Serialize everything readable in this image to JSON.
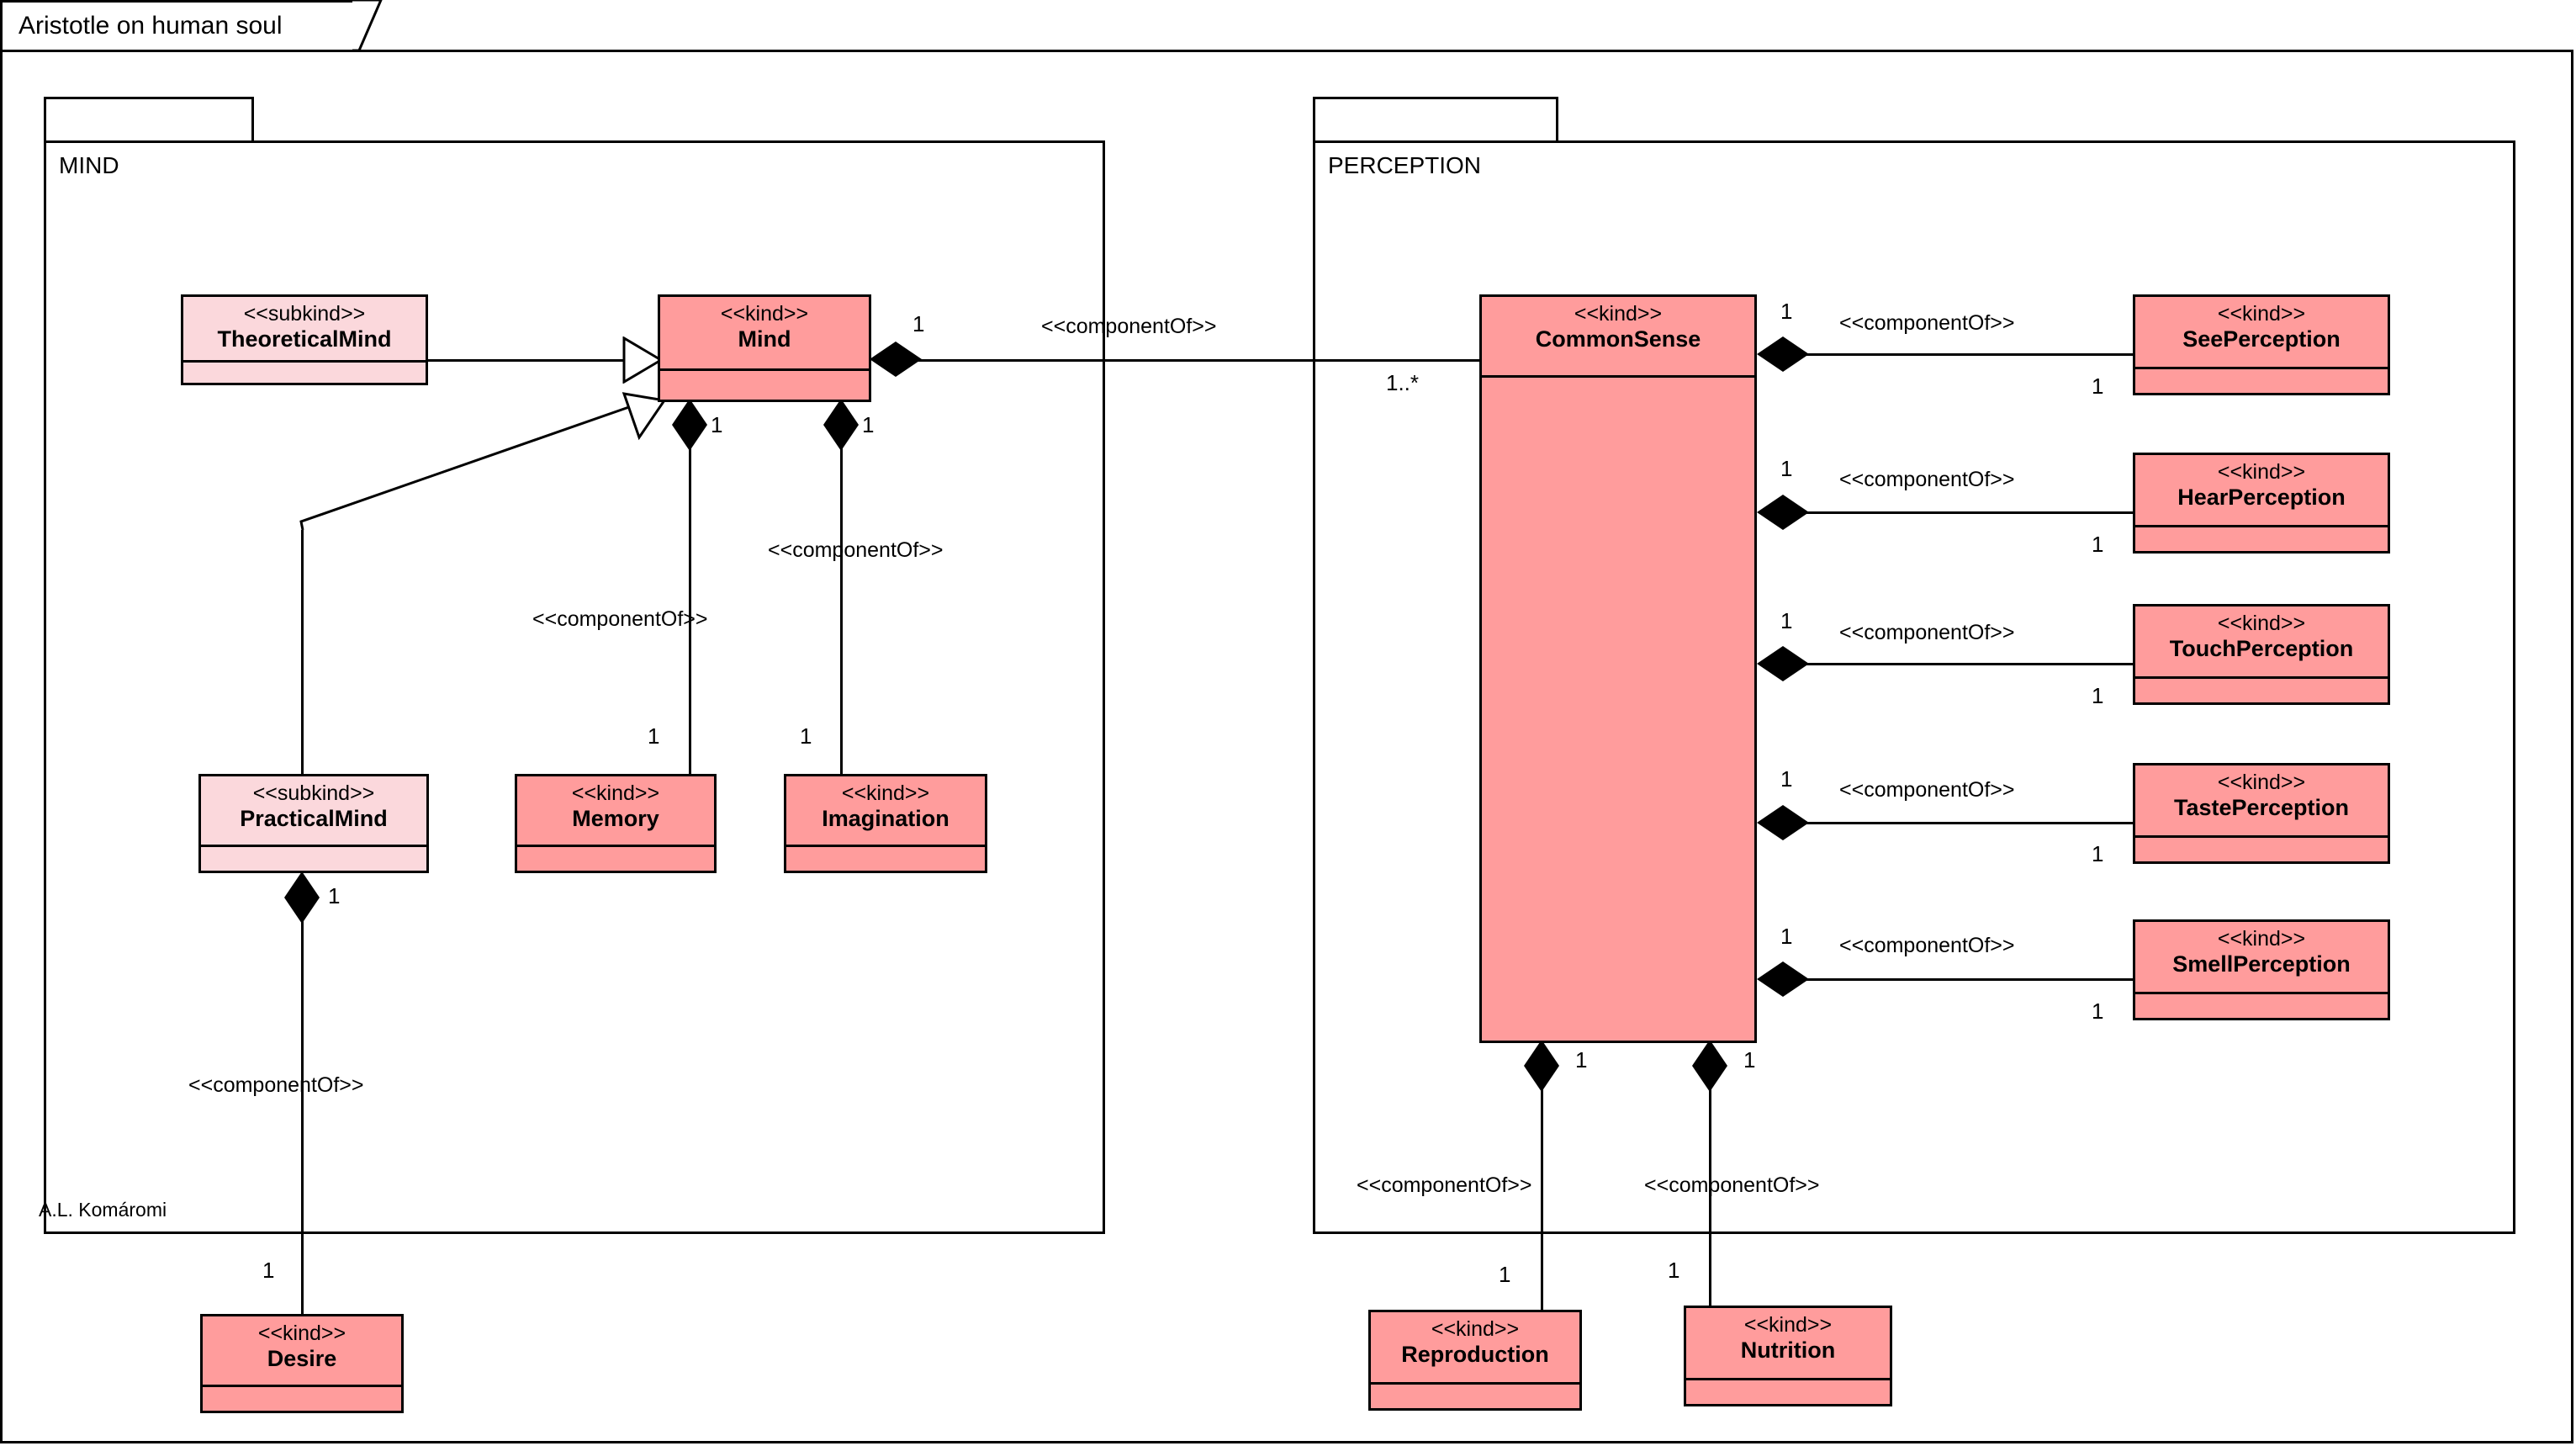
{
  "diagram": {
    "title": "Aristotle on human soul",
    "credit": "A.L. Komáromi",
    "colors": {
      "kind_fill": "#FF9C9C",
      "subkind_fill": "#FBD8DC",
      "stroke": "#000000",
      "background": "#FFFFFF"
    },
    "stereotype_kind": "<<kind>>",
    "stereotype_subkind": "<<subkind>>",
    "relation_label": "<<componentOf>>"
  },
  "packages": [
    {
      "id": "mind",
      "label": "MIND"
    },
    {
      "id": "perception",
      "label": "PERCEPTION"
    }
  ],
  "classes": [
    {
      "id": "theoreticalmind",
      "stereotype": "<<subkind>>",
      "name": "TheoreticalMind",
      "package": "MIND"
    },
    {
      "id": "mind",
      "stereotype": "<<kind>>",
      "name": "Mind",
      "package": "MIND"
    },
    {
      "id": "practicalmind",
      "stereotype": "<<subkind>>",
      "name": "PracticalMind",
      "package": "MIND"
    },
    {
      "id": "memory",
      "stereotype": "<<kind>>",
      "name": "Memory",
      "package": "MIND"
    },
    {
      "id": "imagination",
      "stereotype": "<<kind>>",
      "name": "Imagination",
      "package": "MIND"
    },
    {
      "id": "desire",
      "stereotype": "<<kind>>",
      "name": "Desire",
      "package": ""
    },
    {
      "id": "commonsense",
      "stereotype": "<<kind>>",
      "name": "CommonSense",
      "package": "PERCEPTION"
    },
    {
      "id": "seeperception",
      "stereotype": "<<kind>>",
      "name": "SeePerception",
      "package": "PERCEPTION"
    },
    {
      "id": "hearperception",
      "stereotype": "<<kind>>",
      "name": "HearPerception",
      "package": "PERCEPTION"
    },
    {
      "id": "touchperception",
      "stereotype": "<<kind>>",
      "name": "TouchPerception",
      "package": "PERCEPTION"
    },
    {
      "id": "tasteperception",
      "stereotype": "<<kind>>",
      "name": "TastePerception",
      "package": "PERCEPTION"
    },
    {
      "id": "smellperception",
      "stereotype": "<<kind>>",
      "name": "SmellPerception",
      "package": "PERCEPTION"
    },
    {
      "id": "reproduction",
      "stereotype": "<<kind>>",
      "name": "Reproduction",
      "package": ""
    },
    {
      "id": "nutrition",
      "stereotype": "<<kind>>",
      "name": "Nutrition",
      "package": ""
    }
  ],
  "relations": [
    {
      "id": "r-theoreticalmind-mind",
      "type": "generalization",
      "from": "TheoreticalMind",
      "to": "Mind",
      "label": "",
      "source_mult": "",
      "target_mult": ""
    },
    {
      "id": "r-practicalmind-mind",
      "type": "generalization",
      "from": "PracticalMind",
      "to": "Mind",
      "label": "",
      "source_mult": "",
      "target_mult": ""
    },
    {
      "id": "r-mind-commonsense",
      "type": "composition",
      "from": "Mind",
      "to": "CommonSense",
      "label": "<<componentOf>>",
      "source_mult": "1",
      "target_mult": "1..*"
    },
    {
      "id": "r-mind-memory",
      "type": "composition",
      "from": "Mind",
      "to": "Memory",
      "label": "<<componentOf>>",
      "source_mult": "1",
      "target_mult": "1"
    },
    {
      "id": "r-mind-imagination",
      "type": "composition",
      "from": "Mind",
      "to": "Imagination",
      "label": "<<componentOf>>",
      "source_mult": "1",
      "target_mult": "1"
    },
    {
      "id": "r-practicalmind-desire",
      "type": "composition",
      "from": "PracticalMind",
      "to": "Desire",
      "label": "<<componentOf>>",
      "source_mult": "1",
      "target_mult": "1"
    },
    {
      "id": "r-cs-see",
      "type": "composition",
      "from": "CommonSense",
      "to": "SeePerception",
      "label": "<<componentOf>>",
      "source_mult": "1",
      "target_mult": "1"
    },
    {
      "id": "r-cs-hear",
      "type": "composition",
      "from": "CommonSense",
      "to": "HearPerception",
      "label": "<<componentOf>>",
      "source_mult": "1",
      "target_mult": "1"
    },
    {
      "id": "r-cs-touch",
      "type": "composition",
      "from": "CommonSense",
      "to": "TouchPerception",
      "label": "<<componentOf>>",
      "source_mult": "1",
      "target_mult": "1"
    },
    {
      "id": "r-cs-taste",
      "type": "composition",
      "from": "CommonSense",
      "to": "TastePerception",
      "label": "<<componentOf>>",
      "source_mult": "1",
      "target_mult": "1"
    },
    {
      "id": "r-cs-smell",
      "type": "composition",
      "from": "CommonSense",
      "to": "SmellPerception",
      "label": "<<componentOf>>",
      "source_mult": "1",
      "target_mult": "1"
    },
    {
      "id": "r-cs-reproduction",
      "type": "composition",
      "from": "CommonSense",
      "to": "Reproduction",
      "label": "<<componentOf>>",
      "source_mult": "1",
      "target_mult": "1"
    },
    {
      "id": "r-cs-nutrition",
      "type": "composition",
      "from": "CommonSense",
      "to": "Nutrition",
      "label": "<<componentOf>>",
      "source_mult": "1",
      "target_mult": "1"
    }
  ]
}
